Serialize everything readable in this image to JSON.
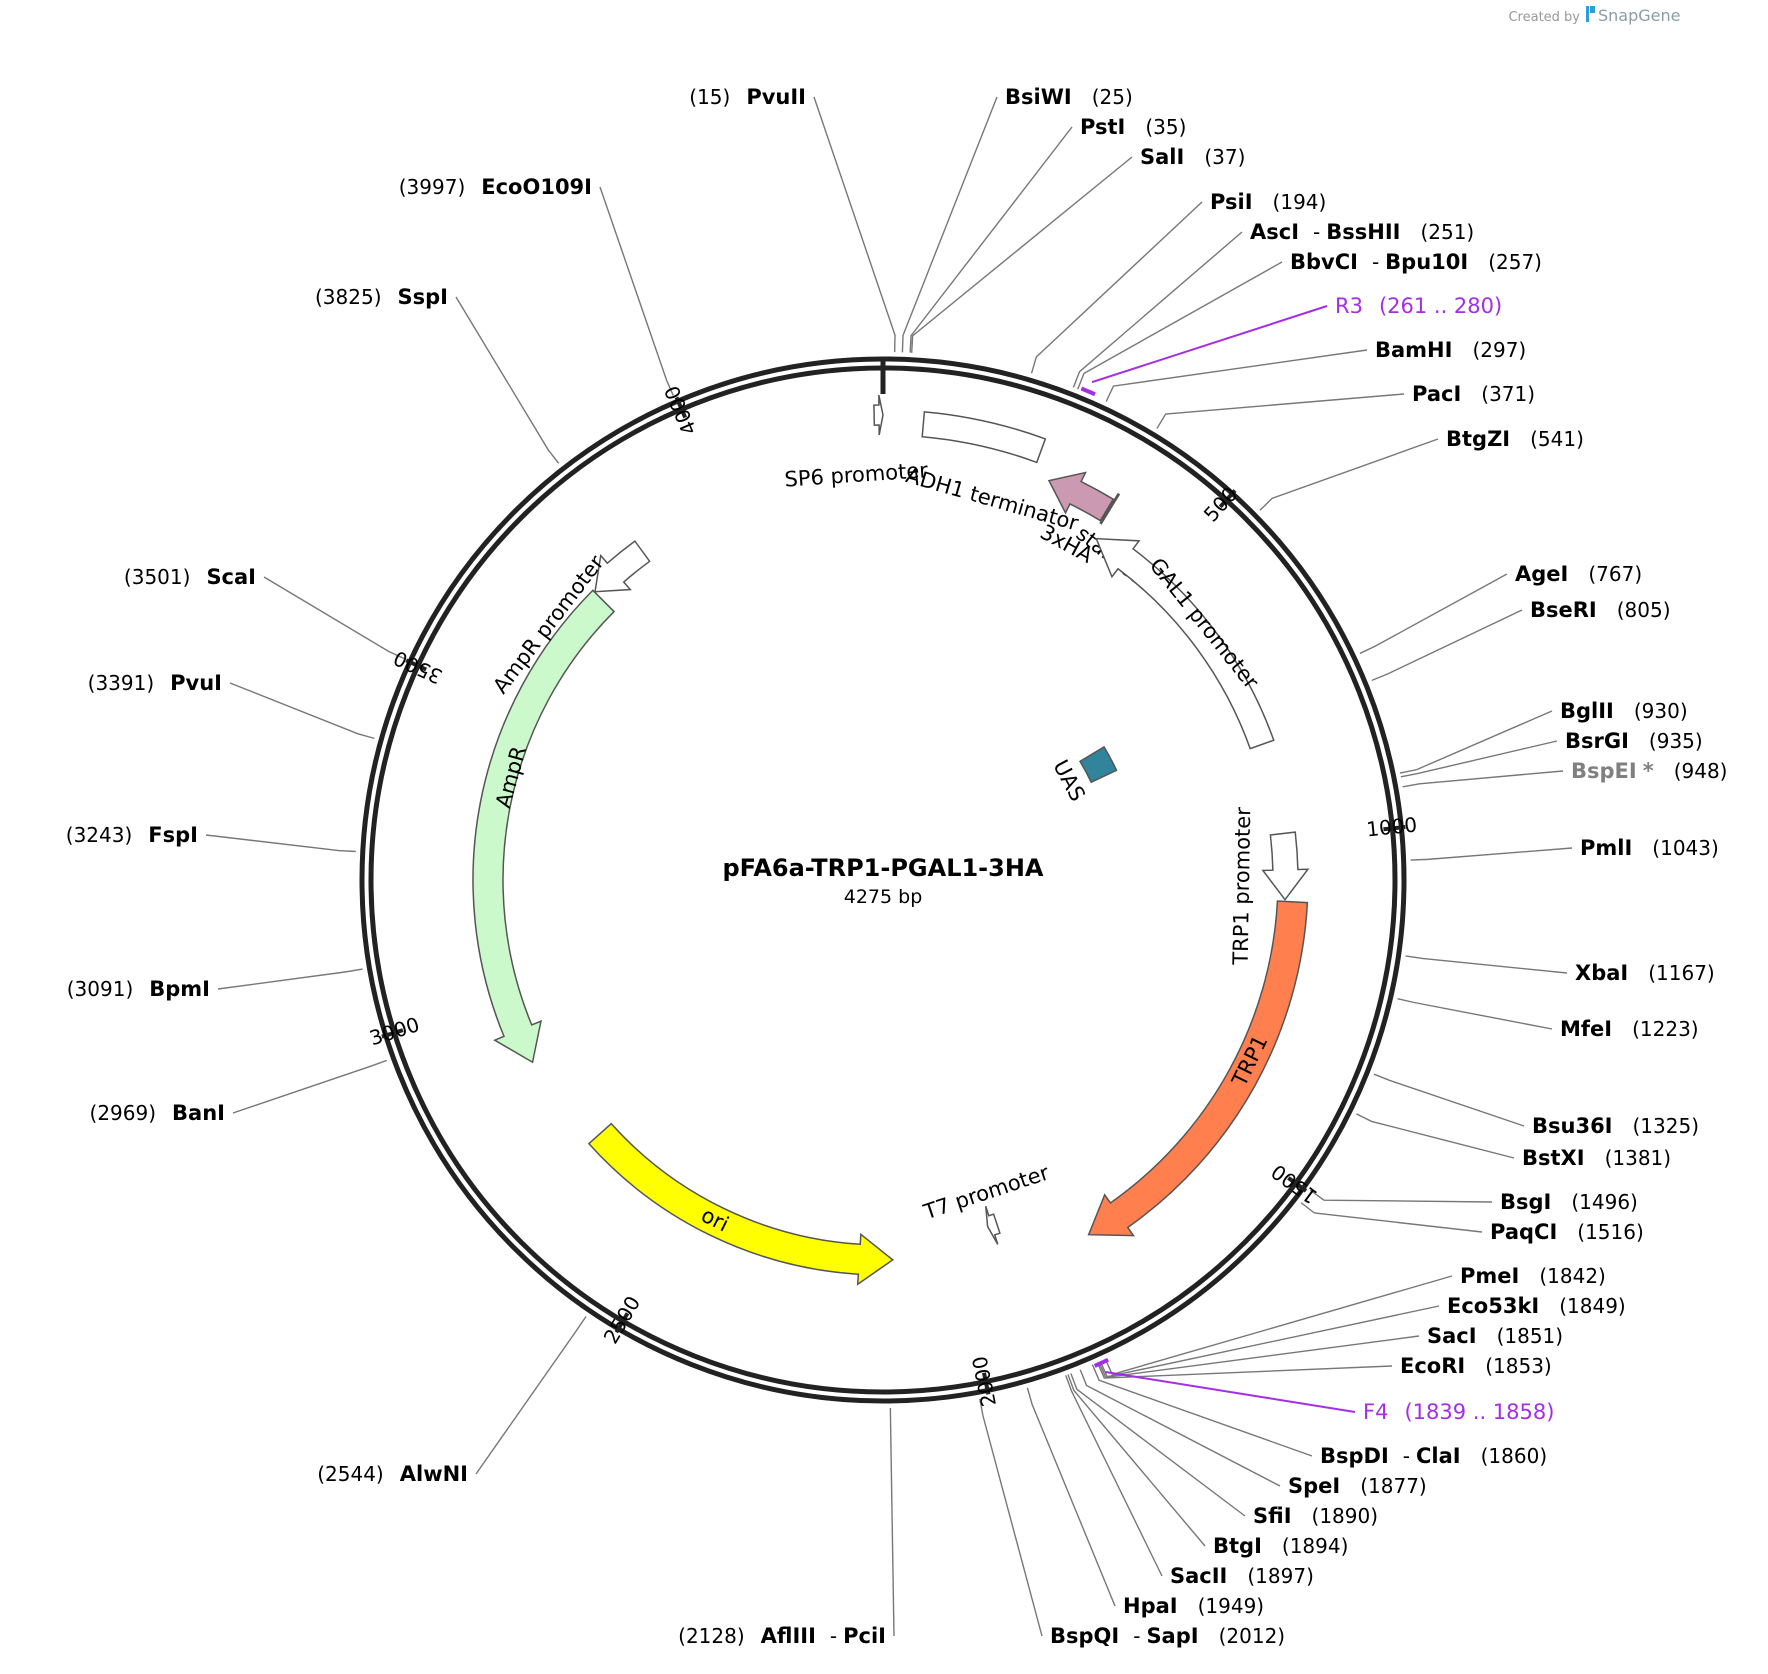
{
  "plasmid": {
    "name": "pFA6a-TRP1-PGAL1-3HA",
    "length_label": "4275 bp",
    "length": 4275
  },
  "credit": {
    "prefix": "Created by",
    "brand": "SnapGene"
  },
  "ticks": [
    {
      "pos": 500,
      "label": "500"
    },
    {
      "pos": 1000,
      "label": "1000"
    },
    {
      "pos": 1500,
      "label": "1500"
    },
    {
      "pos": 2000,
      "label": "2000"
    },
    {
      "pos": 2500,
      "label": "2500"
    },
    {
      "pos": 3000,
      "label": "3000"
    },
    {
      "pos": 3500,
      "label": "3500"
    },
    {
      "pos": 4000,
      "label": "4000"
    }
  ],
  "features": [
    {
      "id": "sp6",
      "label": "SP6 promoter",
      "start": 4262,
      "end": 4275,
      "direction": "forward",
      "color": "#ffffff"
    },
    {
      "id": "adh1",
      "label": "ADH1 terminator",
      "start": 60,
      "end": 240,
      "direction": "none",
      "color": "#ffffff"
    },
    {
      "id": "ha",
      "label": "3xHA",
      "start": 268,
      "end": 370,
      "direction": "reverse",
      "color": "#cc99b2"
    },
    {
      "id": "startcodon",
      "label": "start codon",
      "start": 372,
      "end": 374,
      "direction": "none",
      "color": "#993366"
    },
    {
      "id": "gal1",
      "label": "GAL1 promoter",
      "start": 380,
      "end": 835,
      "direction": "reverse",
      "color": "#ffffff"
    },
    {
      "id": "uas",
      "label": "UAS",
      "start": 700,
      "end": 770,
      "direction": "none",
      "color": "#31849b"
    },
    {
      "id": "trp1p",
      "label": "TRP1 promoter",
      "start": 990,
      "end": 1102,
      "direction": "forward",
      "color": "#ffffff"
    },
    {
      "id": "trp1",
      "label": "TRP1",
      "start": 1105,
      "end": 1780,
      "direction": "forward",
      "color": "#ff7f4f"
    },
    {
      "id": "t7",
      "label": "T7 promoter",
      "start": 1920,
      "end": 1938,
      "direction": "forward",
      "color": "#ffffff"
    },
    {
      "id": "ori",
      "label": "ori",
      "start": 2120,
      "end": 2709,
      "direction": "reverse",
      "color": "#ffff00"
    },
    {
      "id": "ampr",
      "label": "AmpR",
      "start": 2880,
      "end": 3740,
      "direction": "reverse",
      "color": "#ccf9cc"
    },
    {
      "id": "amprp",
      "label": "AmpR promoter",
      "start": 3741,
      "end": 3845,
      "direction": "reverse",
      "color": "#ffffff"
    }
  ],
  "primers": [
    {
      "name": "R3",
      "range": "(261 .. 280)",
      "start": 261,
      "end": 280,
      "color": "#a42ee6"
    },
    {
      "name": "F4",
      "range": "(1839 .. 1858)",
      "start": 1839,
      "end": 1858,
      "color": "#a42ee6"
    }
  ],
  "sites": [
    {
      "name": "PvuII",
      "pos_label": "(15)",
      "pos": 15,
      "side": "left"
    },
    {
      "name": "BsiWI",
      "pos_label": "(25)",
      "pos": 25,
      "side": "right"
    },
    {
      "name": "PstI",
      "pos_label": "(35)",
      "pos": 35,
      "side": "right"
    },
    {
      "name": "SalI",
      "pos_label": "(37)",
      "pos": 37,
      "side": "right"
    },
    {
      "name": "PsiI",
      "pos_label": "(194)",
      "pos": 194,
      "side": "right"
    },
    {
      "name": "AscI",
      "name2": "BssHII",
      "pos_label": "(251)",
      "pos": 251,
      "side": "right"
    },
    {
      "name": "BbvCI",
      "name2": "Bpu10I",
      "pos_label": "(257)",
      "pos": 257,
      "side": "right"
    },
    {
      "name": "BamHI",
      "pos_label": "(297)",
      "pos": 297,
      "side": "right"
    },
    {
      "name": "PacI",
      "pos_label": "(371)",
      "pos": 371,
      "side": "right"
    },
    {
      "name": "BtgZI",
      "pos_label": "(541)",
      "pos": 541,
      "side": "right"
    },
    {
      "name": "AgeI",
      "pos_label": "(767)",
      "pos": 767,
      "side": "right"
    },
    {
      "name": "BseRI",
      "pos_label": "(805)",
      "pos": 805,
      "side": "right"
    },
    {
      "name": "BglII",
      "pos_label": "(930)",
      "pos": 930,
      "side": "right"
    },
    {
      "name": "BsrGI",
      "pos_label": "(935)",
      "pos": 935,
      "side": "right"
    },
    {
      "name": "BspEI",
      "star": "*",
      "pos_label": "(948)",
      "pos": 948,
      "side": "right",
      "gray": true
    },
    {
      "name": "PmlI",
      "pos_label": "(1043)",
      "pos": 1043,
      "side": "right"
    },
    {
      "name": "XbaI",
      "pos_label": "(1167)",
      "pos": 1167,
      "side": "right"
    },
    {
      "name": "MfeI",
      "pos_label": "(1223)",
      "pos": 1223,
      "side": "right"
    },
    {
      "name": "Bsu36I",
      "pos_label": "(1325)",
      "pos": 1325,
      "side": "right"
    },
    {
      "name": "BstXI",
      "pos_label": "(1381)",
      "pos": 1381,
      "side": "right"
    },
    {
      "name": "BsgI",
      "pos_label": "(1496)",
      "pos": 1496,
      "side": "right"
    },
    {
      "name": "PaqCI",
      "pos_label": "(1516)",
      "pos": 1516,
      "side": "right"
    },
    {
      "name": "PmeI",
      "pos_label": "(1842)",
      "pos": 1842,
      "side": "right"
    },
    {
      "name": "Eco53kI",
      "pos_label": "(1849)",
      "pos": 1849,
      "side": "right"
    },
    {
      "name": "SacI",
      "pos_label": "(1851)",
      "pos": 1851,
      "side": "right"
    },
    {
      "name": "EcoRI",
      "pos_label": "(1853)",
      "pos": 1853,
      "side": "right"
    },
    {
      "name": "BspDI",
      "name2": "ClaI",
      "pos_label": "(1860)",
      "pos": 1860,
      "side": "right"
    },
    {
      "name": "SpeI",
      "pos_label": "(1877)",
      "pos": 1877,
      "side": "right"
    },
    {
      "name": "SfiI",
      "pos_label": "(1890)",
      "pos": 1890,
      "side": "right"
    },
    {
      "name": "BtgI",
      "pos_label": "(1894)",
      "pos": 1894,
      "side": "right"
    },
    {
      "name": "SacII",
      "pos_label": "(1897)",
      "pos": 1897,
      "side": "right"
    },
    {
      "name": "HpaI",
      "pos_label": "(1949)",
      "pos": 1949,
      "side": "right"
    },
    {
      "name": "BspQI",
      "name2": "SapI",
      "pos_label": "(2012)",
      "pos": 2012,
      "side": "right"
    },
    {
      "name": "AflIII",
      "name2": "PciI",
      "pos_label": "(2128)",
      "pos": 2128,
      "side": "left"
    },
    {
      "name": "AlwNI",
      "pos_label": "(2544)",
      "pos": 2544,
      "side": "left"
    },
    {
      "name": "BanI",
      "pos_label": "(2969)",
      "pos": 2969,
      "side": "left"
    },
    {
      "name": "BpmI",
      "pos_label": "(3091)",
      "pos": 3091,
      "side": "left"
    },
    {
      "name": "FspI",
      "pos_label": "(3243)",
      "pos": 3243,
      "side": "left"
    },
    {
      "name": "PvuI",
      "pos_label": "(3391)",
      "pos": 3391,
      "side": "left"
    },
    {
      "name": "ScaI",
      "pos_label": "(3501)",
      "pos": 3501,
      "side": "left"
    },
    {
      "name": "SspI",
      "pos_label": "(3825)",
      "pos": 3825,
      "side": "left"
    },
    {
      "name": "EcoO109I",
      "pos_label": "(3997)",
      "pos": 3997,
      "side": "left"
    }
  ]
}
